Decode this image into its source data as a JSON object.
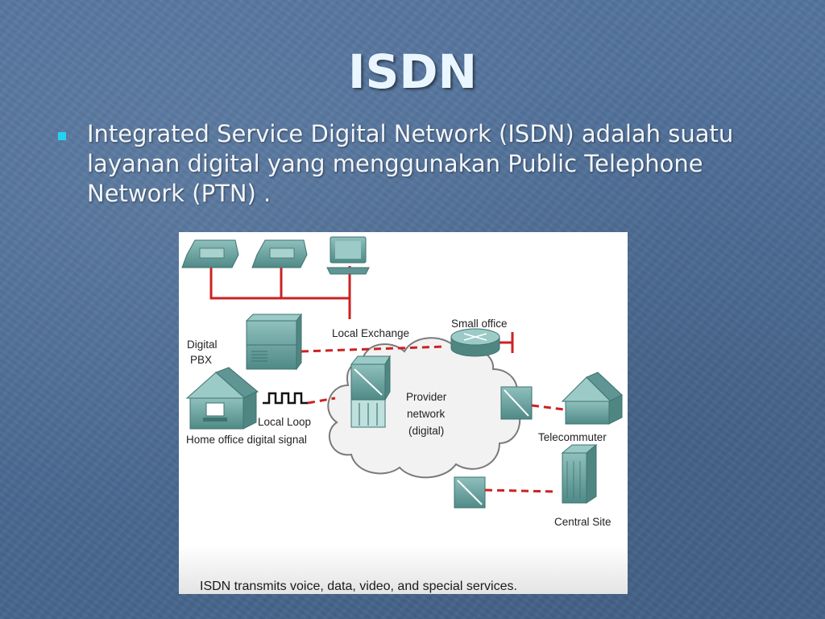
{
  "slide": {
    "title": "ISDN",
    "bullet_text": "Integrated Service Digital Network (ISDN) adalah suatu layanan digital yang menggunakan Public Telephone Network (PTN) ."
  },
  "diagram": {
    "labels": {
      "digital_pbx_line1": "Digital",
      "digital_pbx_line2": "PBX",
      "local_exchange": "Local Exchange",
      "small_office": "Small office",
      "provider_line1": "Provider",
      "provider_line2": "network",
      "provider_line3": "(digital)",
      "local_loop": "Local Loop",
      "home_office": "Home office digital signal",
      "telecommuter": "Telecommuter",
      "central_site": "Central Site"
    },
    "caption": "ISDN transmits voice, data, video, and special services."
  },
  "colors": {
    "accent_bullet": "#22d4f0",
    "device": "#6fa3a0",
    "link": "#cc2222"
  }
}
